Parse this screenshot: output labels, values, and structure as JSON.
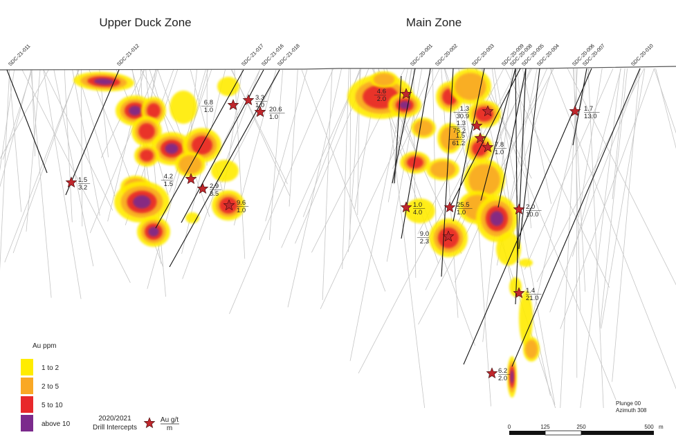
{
  "titles": {
    "upper": "Upper Duck Zone",
    "main": "Main Zone"
  },
  "holes": [
    "SDC-21-011",
    "SDC-21-012",
    "SDC-21-017",
    "SDC-21-016",
    "SDC-21-018",
    "SDC-20-001",
    "SDC-20-002",
    "SDC-20-003",
    "SDC-20-009",
    "SDC-20-008",
    "SDC-20-005",
    "SDC-20-004",
    "SDC-20-006",
    "SDC-20-007",
    "SDC-20-010"
  ],
  "intercepts": [
    {
      "grade": "1.5",
      "length": "3.2"
    },
    {
      "grade": "6.8",
      "length": "1.0"
    },
    {
      "grade": "3.3",
      "length": "1.0"
    },
    {
      "grade": "20.6",
      "length": "1.0"
    },
    {
      "grade": "4.2",
      "length": "1.5"
    },
    {
      "grade": "2.9",
      "length": "3.5"
    },
    {
      "grade": "9.6",
      "length": "1.0"
    },
    {
      "grade": "4.6",
      "length": "2.0"
    },
    {
      "grade": "1.3",
      "length": "30.9"
    },
    {
      "grade": "1.3",
      "length": "75.2"
    },
    {
      "grade": "1.5",
      "length": "61.2"
    },
    {
      "grade": "7.8",
      "length": "1.0"
    },
    {
      "grade": "1.7",
      "length": "13.0"
    },
    {
      "grade": "1.0",
      "length": "4.0"
    },
    {
      "grade": "25.5",
      "length": "1.0"
    },
    {
      "grade": "2.0",
      "length": "10.0"
    },
    {
      "grade": "9.0",
      "length": "2.3"
    },
    {
      "grade": "1.4",
      "length": "21.0"
    },
    {
      "grade": "6.2",
      "length": "2.0"
    }
  ],
  "legend": {
    "title": "Au ppm",
    "items": [
      {
        "label": "1 to 2",
        "color": "#ffec00"
      },
      {
        "label": "2 to 5",
        "color": "#f9a825"
      },
      {
        "label": "5 to 10",
        "color": "#e8282b"
      },
      {
        "label": "above 10",
        "color": "#7b2a8c"
      }
    ],
    "intercepts_label_line1": "2020/2021",
    "intercepts_label_line2": "Drill Intercepts",
    "intercepts_units_top": "Au g/t",
    "intercepts_units_bottom": "m"
  },
  "orientation": {
    "plunge": "Plunge 00",
    "azimuth": "Azimuth 308"
  },
  "scale": {
    "ticks": [
      "0",
      "125",
      "250",
      "500"
    ],
    "unit": "m"
  },
  "colors": {
    "star": "#c0272d",
    "ground": "#555555",
    "trace": "#111111"
  }
}
